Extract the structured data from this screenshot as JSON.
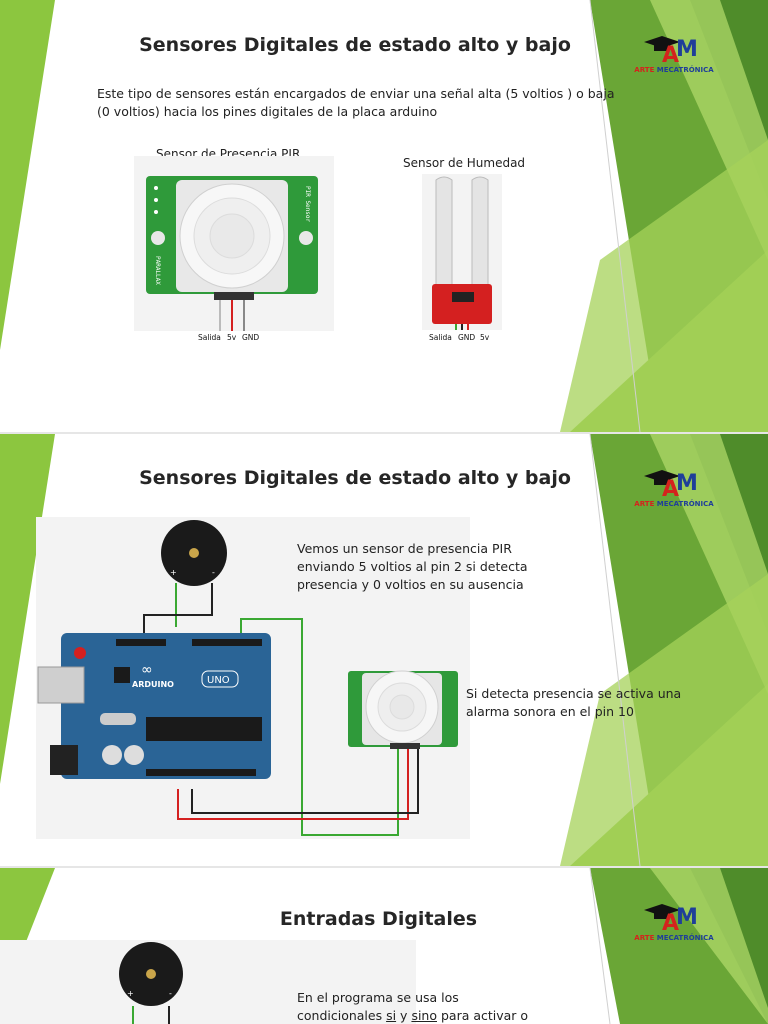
{
  "logo": {
    "word1": "ARTE",
    "word2": "MECATRÓNICA",
    "letters": "AM"
  },
  "slide1": {
    "title": "Sensores Digitales de estado alto y bajo",
    "paragraph_line1": "Este tipo de sensores están encargados de enviar una señal alta (5 voltios ) o baja",
    "paragraph_line2": "(0 voltios) hacia los pines digitales de la placa arduino",
    "pir_caption": "Sensor de Presencia PIR",
    "humidity_caption": "Sensor de Humedad",
    "pir_pins": [
      "Salida",
      "5v",
      "GND"
    ],
    "humidity_pins": [
      "Salida",
      "GND",
      "5v"
    ]
  },
  "slide2": {
    "title": "Sensores Digitales de estado alto y bajo",
    "text1_line1": "Vemos un sensor de presencia PIR",
    "text1_line2": "enviando 5 voltios al pin 2 si detecta",
    "text1_line3": "presencia y 0 voltios en su ausencia",
    "text2_line1": "Si detecta presencia se activa una",
    "text2_line2": "alarma sonora en el pin 10",
    "board_brand": "ARDUINO",
    "board_model": "UNO"
  },
  "slide3": {
    "title": "Entradas Digitales",
    "text_line1": "En el programa se usa los",
    "text_pre": "condicionales ",
    "text_si": "si",
    "text_y": " y ",
    "text_sino": "sino",
    "text_post": " para activar o"
  },
  "colors": {
    "green_dark": "#5a9a2a",
    "green_light": "#a8d64a",
    "board_blue": "#2a6496",
    "wire_green": "#3aa832",
    "wire_red": "#d42020"
  }
}
